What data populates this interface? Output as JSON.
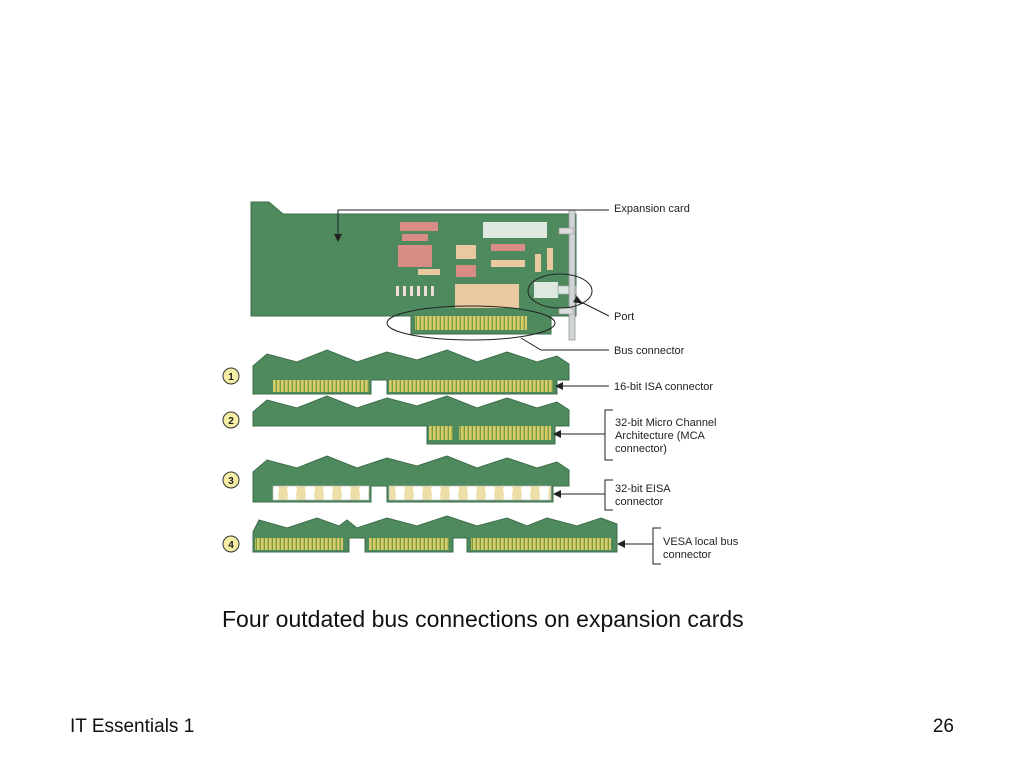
{
  "figure": {
    "labels": {
      "expansion_card": "Expansion card",
      "port": "Port",
      "bus_connector": "Bus connector"
    },
    "connectors": [
      {
        "number": "1",
        "lines": [
          "16-bit ISA connector"
        ]
      },
      {
        "number": "2",
        "lines": [
          "32-bit Micro Channel",
          "Architecture (MCA",
          "connector)"
        ]
      },
      {
        "number": "3",
        "lines": [
          "32-bit EISA",
          "connector"
        ]
      },
      {
        "number": "4",
        "lines": [
          "VESA local bus",
          "connector"
        ]
      }
    ],
    "colors": {
      "board": "#4f8a5f",
      "board_edge": "#3d6e4b",
      "contact": "#d7cc6a",
      "chip": "#d98c86",
      "component": "#e8c9a0"
    }
  },
  "caption": "Four outdated bus connections on expansion cards",
  "footer": {
    "left": "IT Essentials 1",
    "right": "26"
  }
}
